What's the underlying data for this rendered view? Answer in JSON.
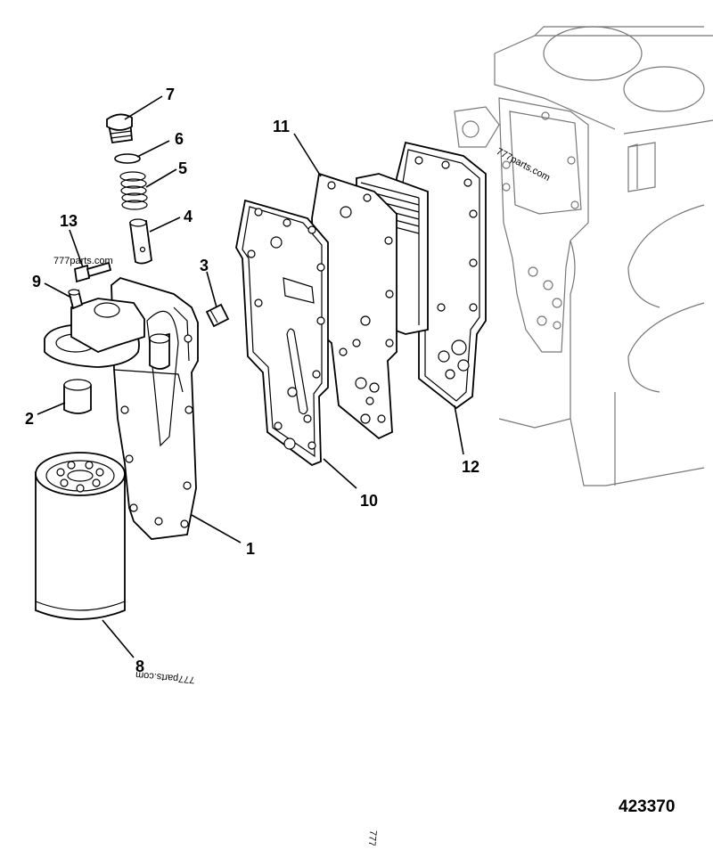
{
  "callouts": {
    "c1": "1",
    "c2": "2",
    "c3": "3",
    "c4": "4",
    "c5": "5",
    "c6": "6",
    "c7": "7",
    "c8": "8",
    "c9": "9",
    "c10": "10",
    "c11": "11",
    "c12": "12",
    "c13": "13"
  },
  "watermarks": {
    "upper_right": "777parts.com",
    "upper_left": "777parts.com",
    "lower_center": "777parts.com",
    "bottom_fragment": "777"
  },
  "reference_number": "423370"
}
